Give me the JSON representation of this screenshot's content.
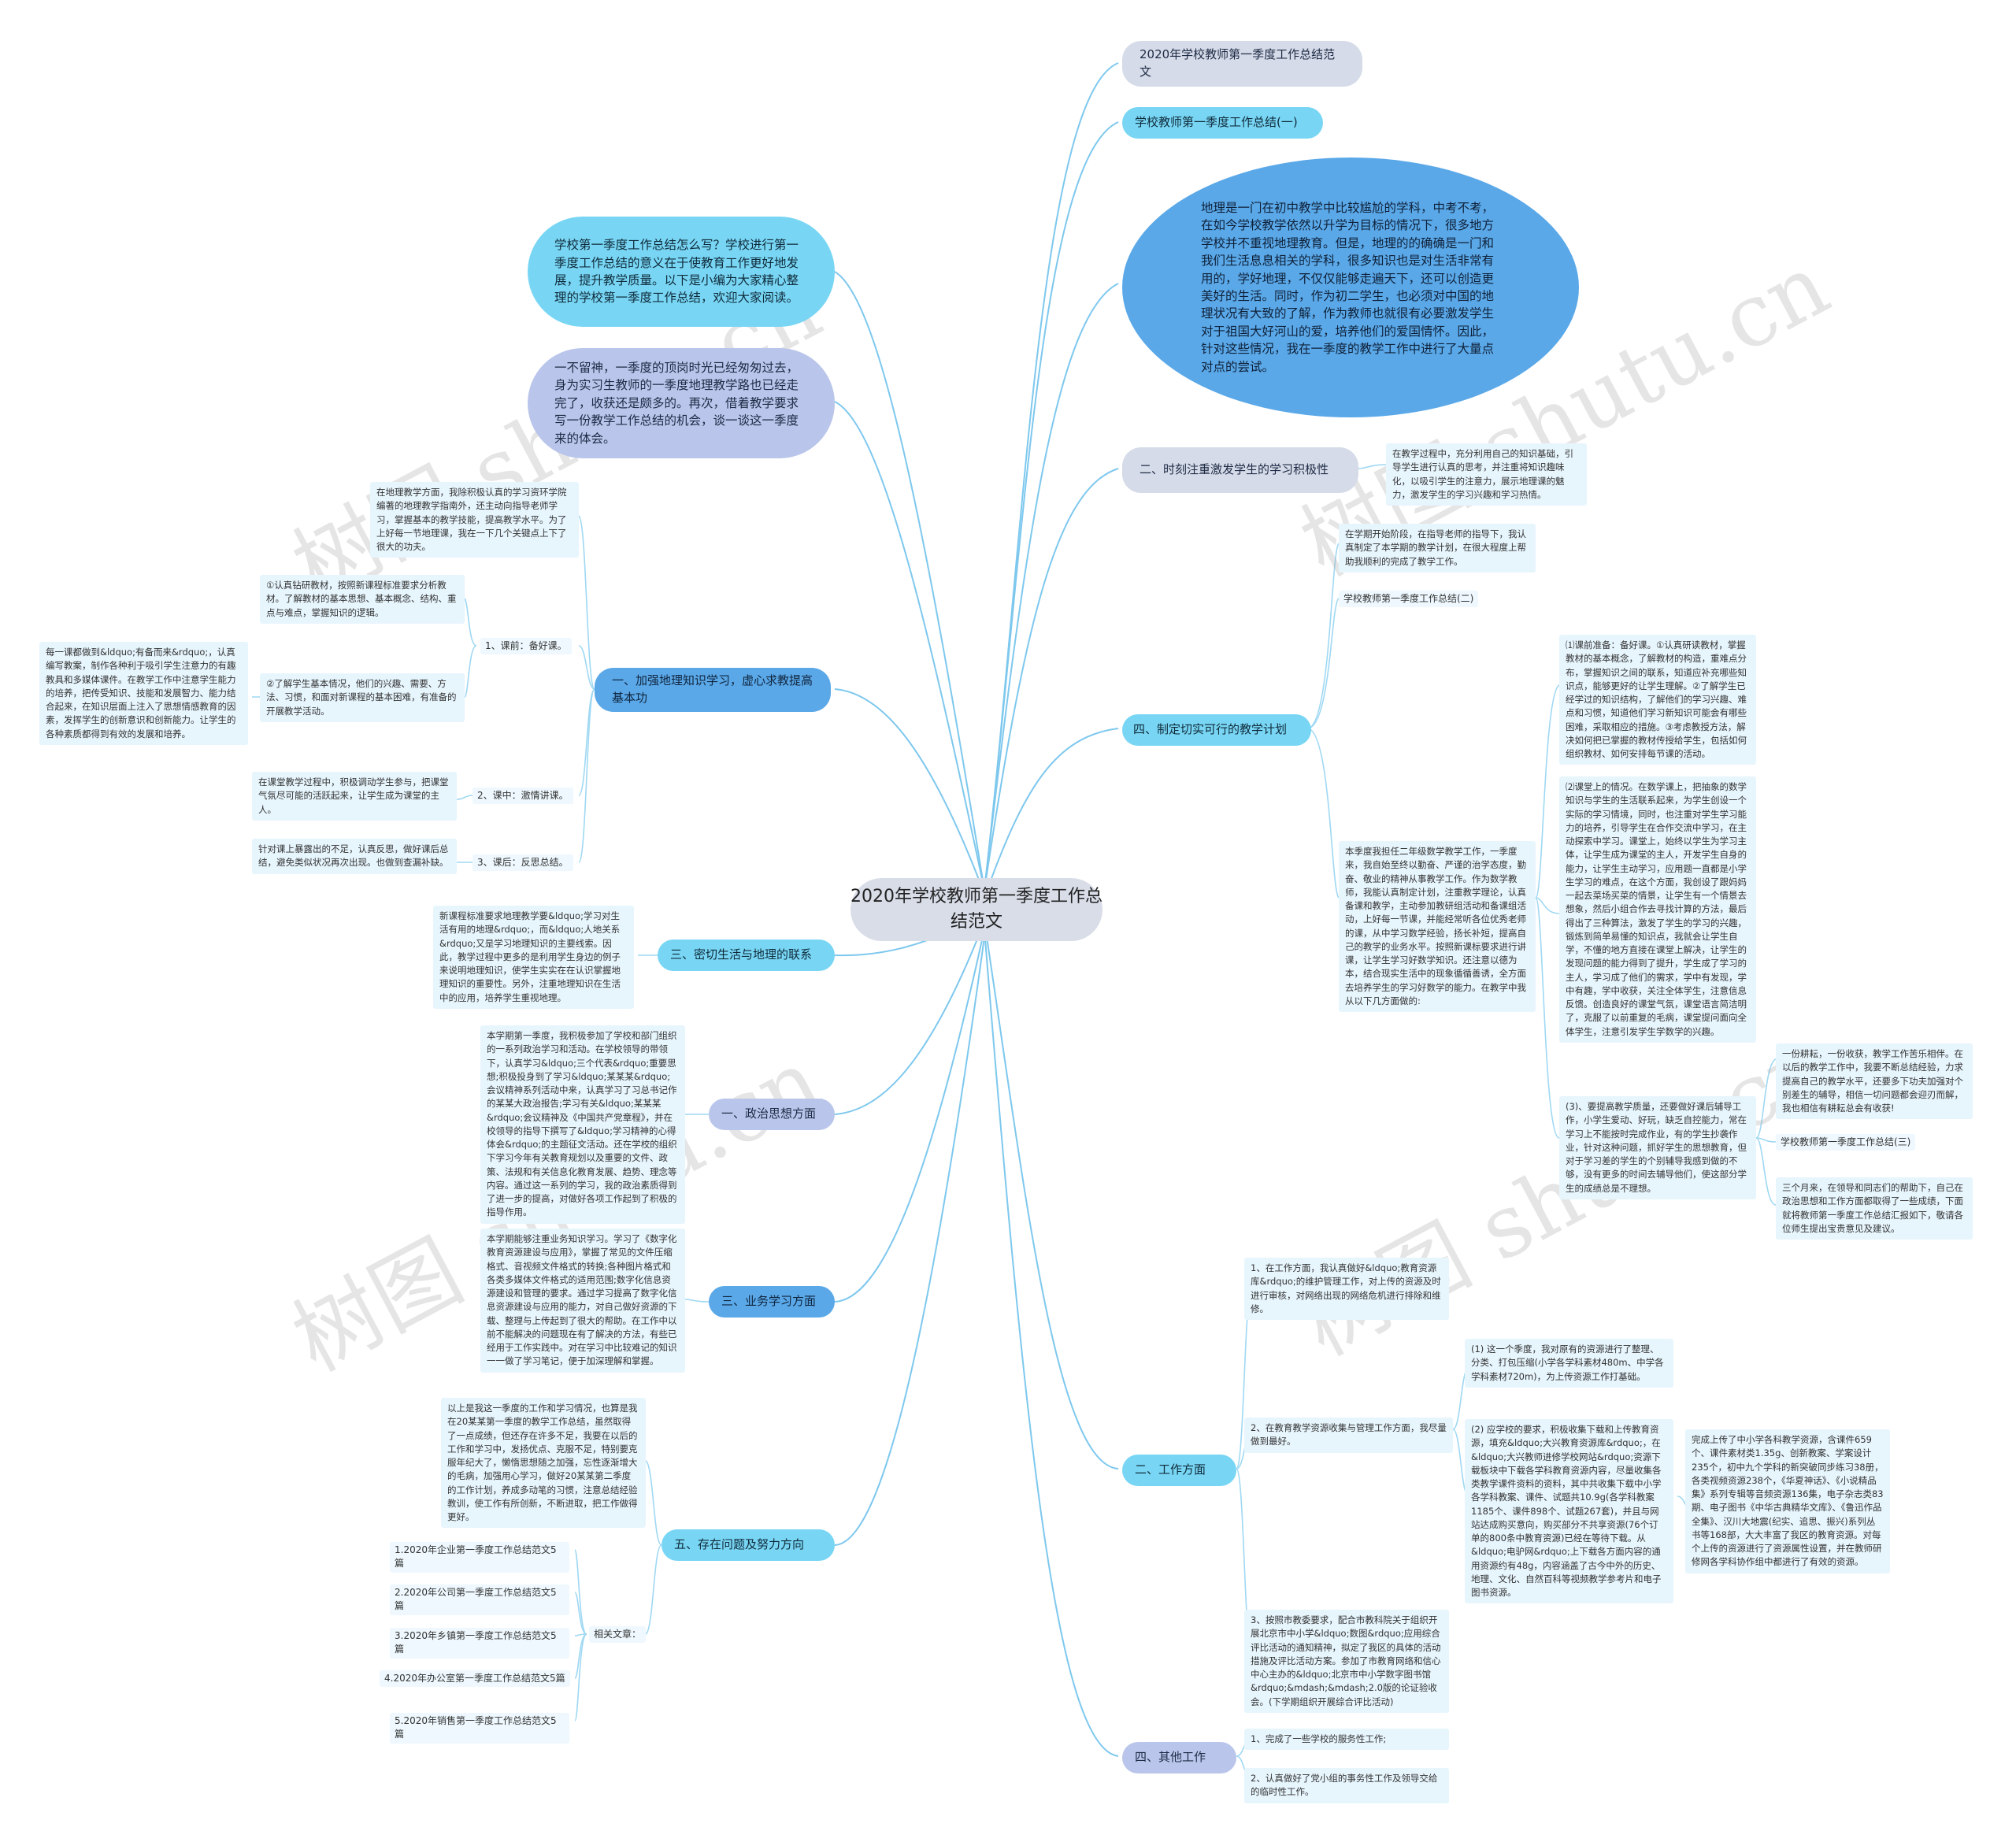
{
  "root": "2020年学校教师第一季度工作总结范文",
  "right": {
    "title_node": "2020年学校教师第一季度工作总结范文",
    "summary1": "学校教师第一季度工作总结(一)",
    "geo_oval": "地理是一门在初中教学中比较尴尬的学科，中考不考，在如今学校教学依然以升学为目标的情况下，很多地方学校并不重视地理教育。但是，地理的的确确是一门和我们生活息息相关的学科，很多知识也是对生活非常有用的，学好地理，不仅仅能够走遍天下，还可以创造更美好的生活。同时，作为初二学生，也必须对中国的地理状况有大致的了解，作为教师也就很有必要激发学生对于祖国大好河山的爱，培养他们的爱国情怀。因此，针对这些情况，我在一季度的教学工作中进行了大量点对点的尝试。",
    "sec2": "二、时刻注重激发学生的学习积极性",
    "sec2_note": "在教学过程中，充分利用自己的知识基础，引导学生进行认真的思考，并注重将知识趣味化，以吸引学生的注意力，展示地理课的魅力，激发学生的学习兴趣和学习热情。",
    "sec4": "四、制定切实可行的教学计划",
    "sec4_note_a": "在学期开始阶段，在指导老师的指导下，我认真制定了本学期的教学计划，在很大程度上帮助我顺利的完成了教学工作。",
    "sec4_summary2": "学校教师第一季度工作总结(二)",
    "sec4_note_b": "本季度我担任二年级数学教学工作，一季度来，我自始至终以勤奋、严谨的治学态度，勤奋、敬业的精神从事教学工作。作为数学教师，我能认真制定计划，注重教学理论，认真备课和教学，主动参加教研组活动和备课组活动，上好每一节课，并能经常听各位优秀老师的课，从中学习数学经验，扬长补短，提高自己的教学的业务水平。按照新课标要求进行讲课，让学生学习好数学知识。还注意以德为本，结合现实生活中的现象循循善诱，全方面去培养学生的学习好数学的能力。在教学中我从以下几方面做的:",
    "sec4_p1": "⑴课前准备：备好课。①认真研读教材，掌握教材的基本概念，了解教材的构造，重难点分布，掌握知识之间的联系，知道应补充哪些知识点，能够更好的让学生理解。②了解学生已经学过的知识结构，了解他们的学习兴趣、难点和习惯，知道他们学习新知识可能会有哪些困难，采取相应的措施。③考虑教授方法，解决如何把已掌握的教材传授给学生，包括如何组织教材、如何安排每节课的活动。",
    "sec4_p2": "⑵课堂上的情况。在数学课上，把抽象的数学知识与学生的生活联系起来，为学生创设一个实际的学习情境，同时，也注重对学生学习能力的培养，引导学生在合作交流中学习，在主动探索中学习。课堂上，始终以学生为学习主体，让学生成为课堂的主人，开发学生自身的能力，让学生主动学习，应用题一直都是小学生学习的难点，在这个方面，我创设了跟妈妈一起去菜场买菜的情景，让学生有一个情景去想象，然后小组合作去寻找计算的方法，最后得出了三种算法，激发了学生的学习的兴趣，锻炼到简单易懂的知识点，我就会让学生自学，不懂的地方直接在课堂上解决，让学生的发现问题的能力得到了提升，学生成了学习的主人，学习成了他们的需求，学中有发现，学中有趣，学中收获，关注全体学生，注意信息反馈。创造良好的课堂气氛，课堂语言简洁明了，克服了以前重复的毛病，课堂提问面向全体学生，注意引发学生学数学的兴趣。",
    "sec4_p3": "(3)、要提高教学质量，还要做好课后辅导工作，小学生爱动、好玩，缺乏自控能力，常在学习上不能按时完成作业，有的学生抄袭作业，针对这种问题，抓好学生的思想教育，但对于学习差的学生的个别辅导我感到做的不够，没有更多的时间去辅导他们，使这部分学生的成绩总是不理想。",
    "sec4_r1": "一份耕耘，一份收获，教学工作苦乐相伴。在以后的教学工作中，我要不断总结经验，力求提高自己的教学水平，还要多下功夫加强对个别差生的辅导，相信一切问题都会迎刃而解，我也相信有耕耘总会有收获!",
    "sec4_r2": "学校教师第一季度工作总结(三)",
    "sec4_r3": "三个月来，在领导和同志们的帮助下，自己在政治思想和工作方面都取得了一些成绩，下面就将教师第一季度工作总结汇报如下，敬请各位师生提出宝贵意见及建议。",
    "sec_work": "二、工作方面",
    "work_1": "1、在工作方面，我认真做好&ldquo;教育资源库&rdquo;的维护管理工作，对上传的资源及时进行审核，对网络出现的网络危机进行排除和维修。",
    "work_2": "2、在教育教学资源收集与管理工作方面，我尽量做到最好。",
    "work_2a": "(1) 这一个季度，我对原有的资源进行了整理、分类、打包压缩(小学各学科素材480m、中学各学科素材720m)，为上传资源工作打基础。",
    "work_2b": "(2) 应学校的要求，积极收集下载和上传教育资源，填充&ldquo;大兴教育资源库&rdquo;，在&ldquo;大兴教师进修学校网站&rdquo;资源下载板块中下载各学科教育资源内容，尽量收集各类教学课件资料的资料，其中共收集下载中小学各学科教案、课件、试题共10.9g(各学科教案1185个、课件898个、试题267套)，并且与网站达成购买意向，购买部分不共享资源(76个订单的800条中教育资源)已经在等待下载。从&ldquo;电驴网&rdquo;上下载各方面内容的通用资源约有48g，内容涵盖了古今中外的历史、地理、文化、自然百科等视频教学参考片和电子图书资源。",
    "work_2c": "完成上传了中小学各科教学资源，含课件659个、课件素材类1.35g、创新教案、学案设计235个，初中九个学科的新突破同步练习38册，各类视频资源238个，《华夏神话》、《小说精品集》系列专辑等音频资源136集，电子杂志类83期、电子图书《中华古典精华文库》、《鲁迅作品全集》、汉川大地震(纪实、追思、振兴)系列丛书等168部，大大丰富了我区的教育资源。对每个上传的资源进行了资源属性设置，并在教师研修网各学科协作组中都进行了有效的资源。",
    "work_3": "3、按照市教委要求，配合市教科院关于组织开展北京市中小学&ldquo;数图&rdquo;应用综合评比活动的通知精神，拟定了我区的具体的活动措施及评比活动方案。参加了市教育网络和信心中心主办的&ldquo;北京市中小学数字图书馆&rdquo;&mdash;&mdash;2.0版的论证验收会。(下学期组织开展综合评比活动)",
    "sec_other": "四、其他工作",
    "other_1": "1、完成了一些学校的服务性工作;",
    "other_2": "2、认真做好了党小组的事务性工作及领导交给的临时性工作。"
  },
  "left": {
    "intro": "学校第一季度工作总结怎么写？学校进行第一季度工作总结的意义在于使教育工作更好地发展，提升教学质量。以下是小编为大家精心整理的学校第一季度工作总结，欢迎大家阅读。",
    "intro2": "一不留神，一季度的顶岗时光已经匆匆过去，身为实习生教师的一季度地理教学路也已经走完了，收获还是颇多的。再次，借着教学要求写一份教学工作总结的机会，谈一谈这一季度来的体会。",
    "sec1": "一、加强地理知识学习，虚心求教提高基本功",
    "sec1_note": "在地理教学方面，我除积极认真的学习资环学院编著的地理教学指南外，还主动向指导老师学习，掌握基本的教学技能，提高教学水平。为了上好每一节地理课，我在一下几个关键点上下了很大的功夫。",
    "sec1_k1": "1、课前：备好课。",
    "sec1_k1a": "①认真钻研教材，按照新课程标准要求分析教材。了解教材的基本思想、基本概念、结构、重点与难点，掌握知识的逻辑。",
    "sec1_k1b": "②了解学生基本情况，他们的兴趣、需要、方法、习惯，和面对新课程的基本困难，有准备的开展教学活动。",
    "sec1_k1c": "每一课都做到&ldquo;有备而来&rdquo;，认真编写教案，制作各种利于吸引学生注意力的有趣教具和多媒体课件。在教学工作中注意学生能力的培养，把传受知识、技能和发展智力、能力结合起来，在知识层面上注入了思想情感教育的因素，发挥学生的创新意识和创新能力。让学生的各种素质都得到有效的发展和培养。",
    "sec1_k2": "2、课中：激情讲课。",
    "sec1_k2a": "在课堂教学过程中，积极调动学生参与，把课堂气氛尽可能的活跃起来，让学生成为课堂的主人。",
    "sec1_k3": "3、课后：反思总结。",
    "sec1_k3a": "针对课上暴露出的不足，认真反思，做好课后总结，避免类似状况再次出现。也做到查漏补缺。",
    "sec3": "三、密切生活与地理的联系",
    "sec3_note": "新课程标准要求地理教学要&ldquo;学习对生活有用的地理&rdquo;，而&ldquo;人地关系&rdquo;又是学习地理知识的主要线索。因此，教学过程中更多的是利用学生身边的例子来说明地理知识，使学生实实在在认识掌握地理知识的重要性。另外，注重地理知识在生活中的应用，培养学生重视地理。",
    "sec_pol": "一、政治思想方面",
    "sec_pol_note": "本学期第一季度，我积极参加了学校和部门组织的一系列政治学习和活动。在学校领导的带领下，认真学习&ldquo;三个代表&rdquo;重要思想;积极投身到了学习&ldquo;某某某&rdquo;会议精神系列活动中来，认真学习了习总书记作的某某大政治报告;学习有关&ldquo;某某某&rdquo;会议精神及《中国共产党章程》，并在校领导的指导下撰写了&ldquo;学习精神的心得体会&rdquo;的主题征文活动。还在学校的组织下学习今年有关教育规划以及重要的文件、政策、法规和有关信息化教育发展、趋势、理念等内容。通过这一系列的学习，我的政治素质得到了进一步的提高，对做好各项工作起到了积极的指导作用。",
    "sec_biz": "三、业务学习方面",
    "sec_biz_note": "本学期能够注重业务知识学习。学习了《数字化教育资源建设与应用》，掌握了常见的文件压缩格式、音视频文件格式的转换;各种图片格式和各类多媒体文件格式的适用范围;数字化信息资源建设和管理的要求。通过学习提高了数字化信息资源建设与应用的能力，对自己做好资源的下载、整理与上传起到了很大的帮助。在工作中以前不能解决的问题现在有了解决的方法，有些已经用于工作实践中。对在学习中比较难记的知识一一做了学习笔记，便于加深理解和掌握。",
    "sec5": "五、存在问题及努力方向",
    "sec5_note": "以上是我这一季度的工作和学习情况，也算是我在20某某第一季度的教学工作总结，虽然取得了一点成绩，但还存在许多不足，我要在以后的工作和学习中，发扬优点、克服不足，特别要克服年纪大了，懒惰思想随之加强，忘性逐渐增大的毛病，加强用心学习，做好20某某第二季度的工作计划，养成多动笔的习惯，注意总结经验教训，使工作有所创新，不断进取，把工作做得更好。",
    "related_label": "相关文章：",
    "related": [
      "1.2020年企业第一季度工作总结范文5篇",
      "2.2020年公司第一季度工作总结范文5篇",
      "3.2020年乡镇第一季度工作总结范文5篇",
      "4.2020年办公室第一季度工作总结范文5篇",
      "5.2020年销售第一季度工作总结范文5篇"
    ]
  },
  "watermark": "树图 shutu.cn",
  "colors": {
    "line": "#7ec8ee",
    "blue": "#5aa8e8",
    "cyan": "#78d6f4",
    "lavender": "#b9c5ea",
    "note_bg": "#e7f5fd"
  }
}
